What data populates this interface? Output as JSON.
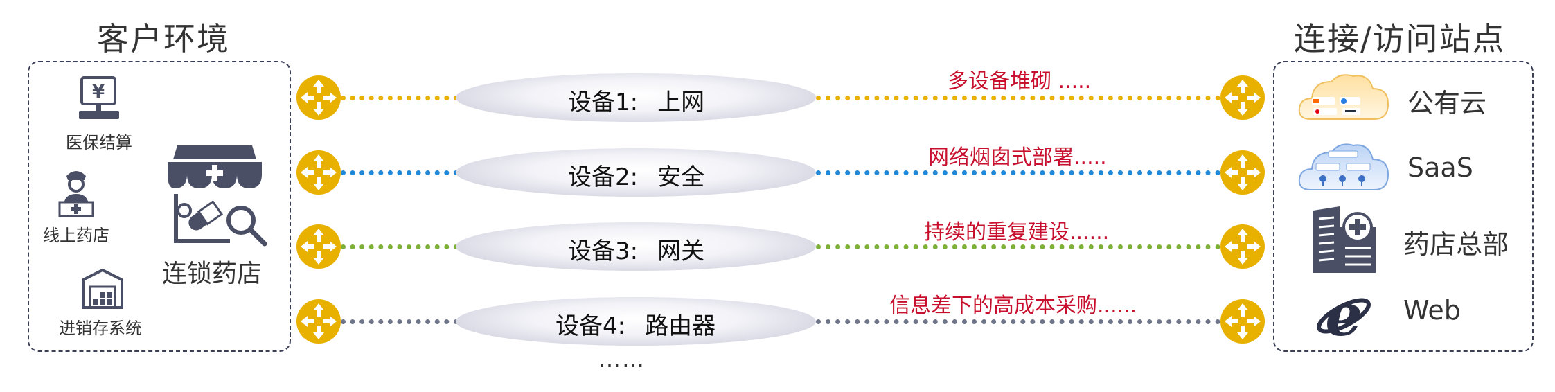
{
  "left": {
    "title": "客户环境",
    "items": [
      {
        "label": "医保结算",
        "icon": "cash-register-icon"
      },
      {
        "label": "线上药店",
        "icon": "pharmacist-icon"
      },
      {
        "label": "进销存系统",
        "icon": "warehouse-icon"
      }
    ],
    "main": {
      "label": "连锁药店",
      "icon": "pharmacy-store-icon"
    }
  },
  "right": {
    "title": "连接/访问站点",
    "items": [
      {
        "label": "公有云",
        "icon": "public-cloud-icon"
      },
      {
        "label": "SaaS",
        "icon": "saas-cloud-icon"
      },
      {
        "label": "药店总部",
        "icon": "headquarters-building-icon"
      },
      {
        "label": "Web",
        "icon": "web-browser-icon"
      }
    ]
  },
  "devices": [
    {
      "name": "设备1:",
      "role": "上网",
      "note": "多设备堆砌 .....",
      "color": "#e8b100"
    },
    {
      "name": "设备2:",
      "role": "安全",
      "note": "网络烟囱式部署.....",
      "color": "#1f88d8"
    },
    {
      "name": "设备3:",
      "role": "网关",
      "note": "持续的重复建设......",
      "color": "#7db13a"
    },
    {
      "name": "设备4:",
      "role": "路由器",
      "note": "信息差下的高成本采购......",
      "color": "#6f7588"
    }
  ],
  "more": "……",
  "colors": {
    "node": "#e8b100",
    "note": "#c8102e",
    "border": "#3a3f56",
    "icon": "#4a4f66"
  }
}
